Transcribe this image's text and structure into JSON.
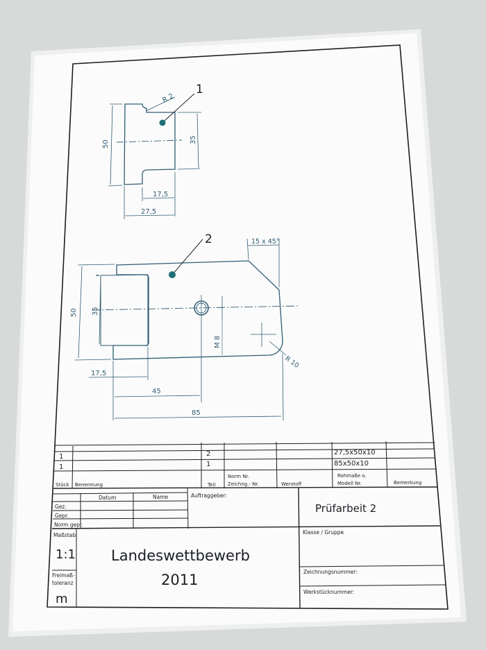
{
  "drawing": {
    "part1": {
      "callout": "1",
      "radius_label": "R 2",
      "dim_height": "50",
      "dim_inner": "35",
      "dim_offset": "17,5",
      "dim_width": "27,5"
    },
    "part2": {
      "callout": "2",
      "chamfer_label": "15 x 45°",
      "dim_height": "50",
      "dim_inner": "35",
      "dim_offset": "17,5",
      "dim_hole_pos": "45",
      "dim_total": "85",
      "thread_label": "M 8",
      "radius_label": "R 10"
    }
  },
  "parts_list": {
    "rows": [
      {
        "qty": "1",
        "part_no": "2",
        "dimensions": "27,5x50x10"
      },
      {
        "qty": "1",
        "part_no": "1",
        "dimensions": "85x50x10"
      }
    ],
    "headers": {
      "stueck": "Stück",
      "benennung": "Benennung",
      "teil": "Teil",
      "norm_line1": "Norm Nr.",
      "norm_line2": "Zeichng.- Nr.",
      "werkstoff": "Werstoff",
      "rohmasse_line1": "Rohmaße o.",
      "rohmasse_line2": "Modell Nr.",
      "bemerkung": "Bemerkung"
    }
  },
  "title_block": {
    "datum": "Datum",
    "name": "Name",
    "auftraggeber": "Auftraggeber:",
    "gez": "Gez.",
    "gepr": "Gepr.",
    "norm_gepr": "Norm gepr.",
    "massstab_label": "Maßstab:",
    "massstab_value": "1:1",
    "freimass_line1": "Freimaß-",
    "freimass_line2": "toleranz",
    "freimass_value": "m",
    "title_line1": "Landeswettbewerb",
    "title_line2": "2011",
    "pruefarbeit": "Prüfarbeit 2",
    "klasse": "Klasse / Gruppe",
    "zeichnungsnummer": "Zeichnungsnummer:",
    "werkstuecknummer": "Werkstücknummer:"
  },
  "colors": {
    "background": "#d7dad9",
    "paper": "#fbfbfb",
    "ink": "#1b1f24",
    "blueprint": "#2f5c73",
    "callout_dot": "#1d6f78"
  }
}
